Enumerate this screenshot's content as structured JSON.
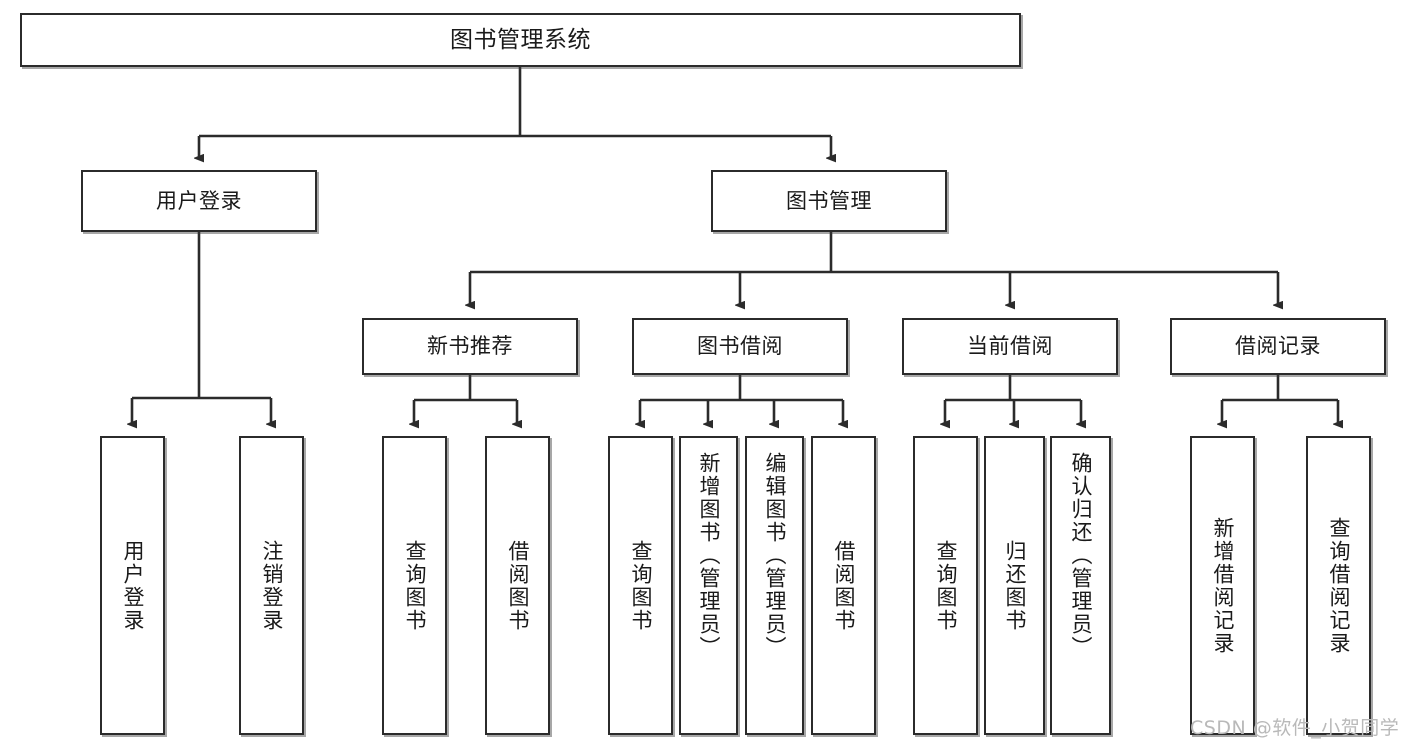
{
  "diagram": {
    "title_box": {
      "label": "图书管理系统"
    },
    "level2": [
      {
        "label": "用户登录"
      },
      {
        "label": "图书管理"
      }
    ],
    "level3": [
      {
        "label": "新书推荐"
      },
      {
        "label": "图书借阅"
      },
      {
        "label": "当前借阅"
      },
      {
        "label": "借阅记录"
      }
    ],
    "leaves": {
      "user_login": [
        {
          "label": "用户登录"
        },
        {
          "label": "注销登录"
        }
      ],
      "new_book": [
        {
          "label": "查询图书"
        },
        {
          "label": "借阅图书"
        }
      ],
      "borrow_book": [
        {
          "label": "查询图书"
        },
        {
          "label": "新增图书（管理员）"
        },
        {
          "label": "编辑图书（管理员）"
        },
        {
          "label": "借阅图书"
        }
      ],
      "current_borrow": [
        {
          "label": "查询图书"
        },
        {
          "label": "归还图书"
        },
        {
          "label": "确认归还（管理员）"
        }
      ],
      "borrow_record": [
        {
          "label": "新增借阅记录"
        },
        {
          "label": "查询借阅记录"
        }
      ]
    }
  },
  "watermark": {
    "text": "CSDN @软件_小贺同学"
  },
  "colors": {
    "box_border": "#2b2b2b",
    "box_fill": "#ffffff",
    "edge": "#2b2b2b",
    "text": "#1a1a1a",
    "watermark": "#b9b9b9"
  }
}
